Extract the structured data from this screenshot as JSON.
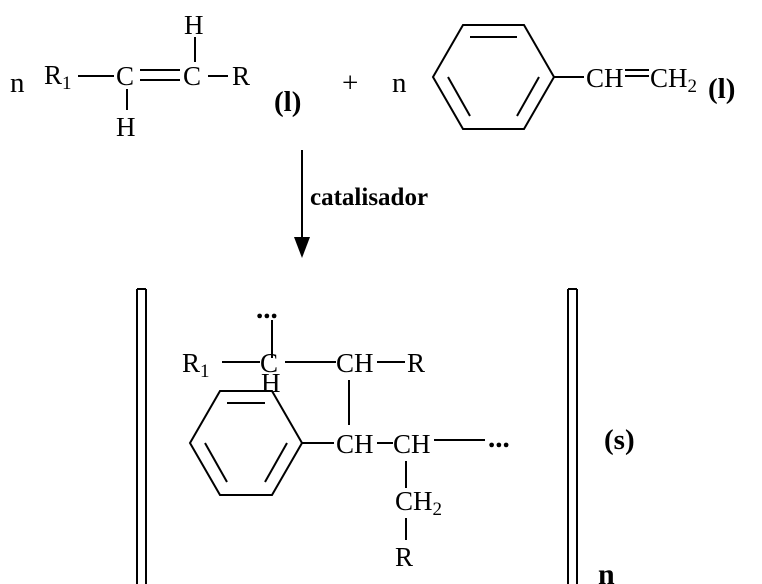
{
  "reactant1": {
    "coef": "n",
    "r1": "R",
    "r1_sub": "1",
    "c1": "C",
    "c2": "C",
    "h_top": "H",
    "h_bottom": "H",
    "r": "R",
    "state": "(l)"
  },
  "plus": "+",
  "reactant2": {
    "coef": "n",
    "ch": "CH",
    "ch2": "CH",
    "ch2_sub": "2",
    "state": "(l)"
  },
  "arrow": {
    "catalyst": "catalisador"
  },
  "product": {
    "dots_top": "...",
    "r1": "R",
    "r1_sub": "1",
    "c": "C",
    "h": "H",
    "ch_upper": "CH",
    "r_upper": "R",
    "ch_left": "CH",
    "ch_right": "CH",
    "dots_right": "...",
    "ch2": "CH",
    "ch2_sub": "2",
    "r_lower": "R",
    "state": "(s)",
    "repeat_n": "n"
  }
}
